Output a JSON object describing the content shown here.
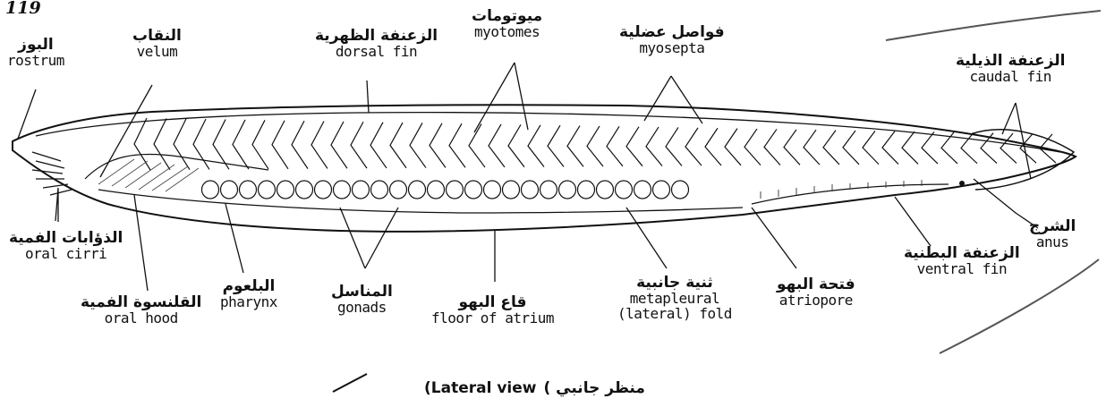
{
  "page_number": "119",
  "labels": {
    "rostrum": {
      "ar": "البوز",
      "en": "rostrum"
    },
    "velum": {
      "ar": "النقاب",
      "en": "velum"
    },
    "dorsal_fin": {
      "ar": "الزعنفة الظهرية",
      "en": "dorsal fin"
    },
    "myotomes": {
      "ar": "ميوتومات",
      "en": "myotomes"
    },
    "myosepta": {
      "ar": "فواصل عضلية",
      "en": "myosepta"
    },
    "caudal_fin": {
      "ar": "الزعنفة الذيلية",
      "en": "caudal fin"
    },
    "oral_cirri": {
      "ar": "الذؤابات الفمية",
      "en": "oral cirri"
    },
    "oral_hood": {
      "ar": "القلنسوة الفمية",
      "en": "oral hood"
    },
    "pharynx": {
      "ar": "البلعوم",
      "en": "pharynx"
    },
    "gonads": {
      "ar": "المناسل",
      "en": "gonads"
    },
    "floor_of_atrium": {
      "ar": "قاع البهو",
      "en": "floor of atrium"
    },
    "metapleural_fold": {
      "ar": "ثنية جانبية",
      "en": "metapleural",
      "en2": "(lateral) fold"
    },
    "atriopore": {
      "ar": "فتحة البهو",
      "en": "atriopore"
    },
    "ventral_fin": {
      "ar": "الزعنفة البطنية",
      "en": "ventral fin"
    },
    "anus": {
      "ar": "الشرج",
      "en": "anus"
    }
  },
  "caption": {
    "en": "(Lateral view",
    "ar": "منظر جانبي )"
  }
}
